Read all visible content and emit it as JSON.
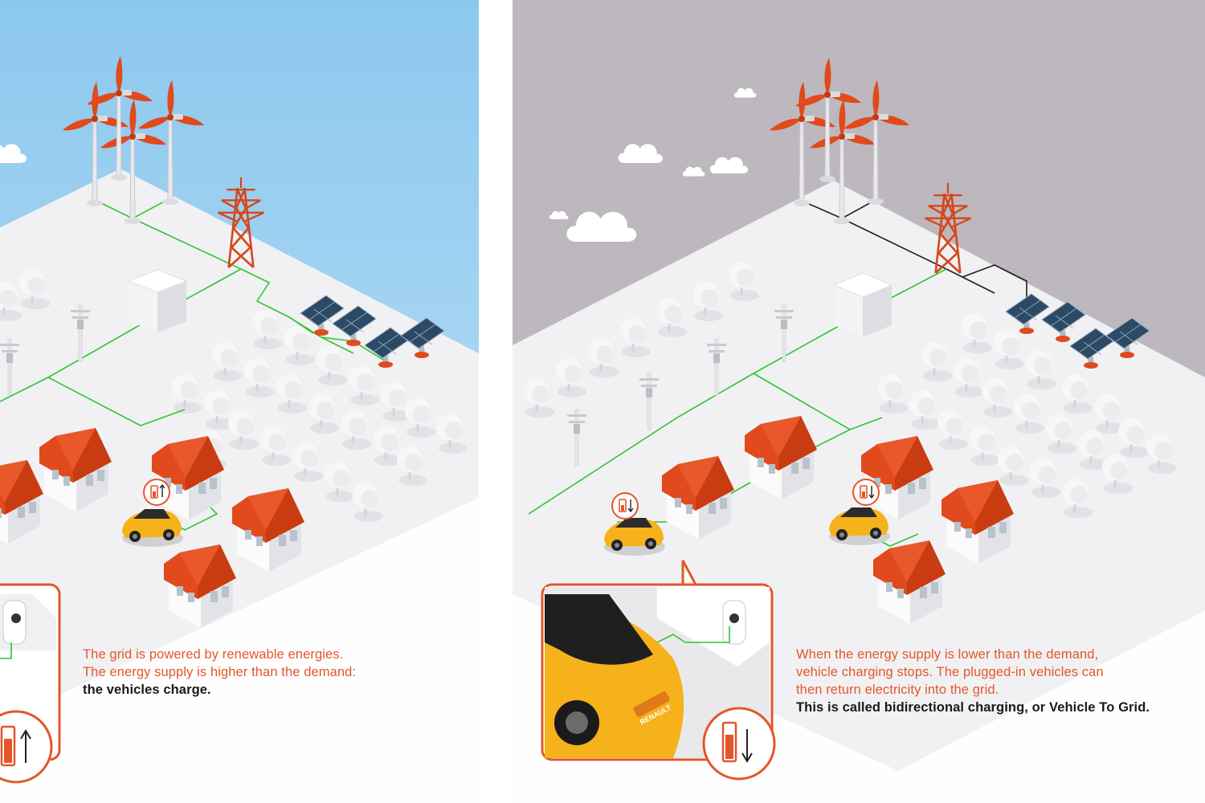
{
  "left_panel": {
    "caption_lines": [
      "The grid is powered by renewable energies.",
      "The energy supply is higher than the demand:"
    ],
    "caption_bold": "the vehicles charge.",
    "battery_arrow": "up",
    "sky_color": "#92cbef",
    "grid_line_color": "#2fc52f"
  },
  "right_panel": {
    "caption_lines": [
      "When the energy supply is lower than the demand,",
      "vehicle charging stops. The plugged-in vehicles can",
      "then return electricity into the grid."
    ],
    "caption_bold": "This is called bidirectional charging, or Vehicle To Grid.",
    "battery_arrow": "down",
    "sky_color": "#bdb8be",
    "grid_line_color": "#2fc52f",
    "car_badge": "RENAULT"
  },
  "colors": {
    "accent": "#e4562a",
    "roof": "#e04a1c",
    "car": "#f5b21a",
    "ground": "#f1f1f3"
  },
  "icons": [
    "wind-turbine-icon",
    "pylon-icon",
    "solar-panel-icon",
    "house-icon",
    "car-icon",
    "battery-icon",
    "cloud-icon",
    "tree-icon",
    "substation-icon"
  ]
}
